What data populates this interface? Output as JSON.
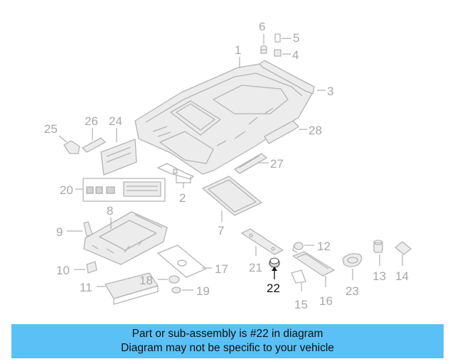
{
  "diagram": {
    "callouts": {
      "c1": "1",
      "c2": "2",
      "c3": "3",
      "c4": "4",
      "c5": "5",
      "c6": "6",
      "c7": "7",
      "c8": "8",
      "c9": "9",
      "c10": "10",
      "c11": "11",
      "c12": "12",
      "c13": "13",
      "c14": "14",
      "c15": "15",
      "c16": "16",
      "c17": "17",
      "c18": "18",
      "c19": "19",
      "c20": "20",
      "c21": "21",
      "c22": "22",
      "c23": "23",
      "c24": "24",
      "c25": "25",
      "c26": "26",
      "c27": "27",
      "c28": "28"
    },
    "highlighted_part": "22"
  },
  "banner": {
    "line1": "Part or sub-assembly is #22 in diagram",
    "line2": "Diagram may not be specific to your vehicle",
    "color": "#5bc0f5"
  }
}
